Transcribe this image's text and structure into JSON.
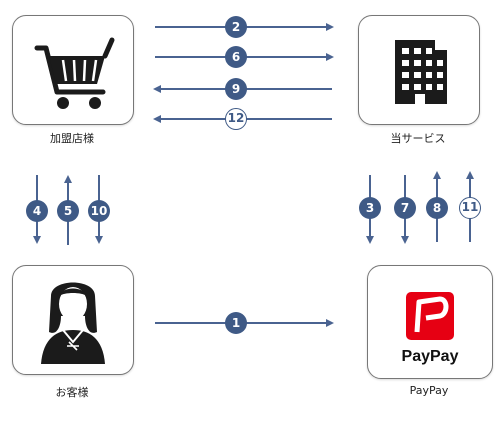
{
  "nodes": {
    "merchant": {
      "label": "加盟店様",
      "icon": "shopping-cart-icon"
    },
    "service": {
      "label": "当サービス",
      "icon": "office-building-icon"
    },
    "customer": {
      "label": "お客様",
      "icon": "person-avatar-icon"
    },
    "paypay": {
      "label": "PayPay",
      "logo_text": "PayPay",
      "icon": "paypay-logo"
    }
  },
  "steps": [
    {
      "id": "step-1",
      "number": "1",
      "from": "customer",
      "to": "paypay",
      "style": "solid"
    },
    {
      "id": "step-2",
      "number": "2",
      "from": "merchant",
      "to": "service",
      "style": "solid"
    },
    {
      "id": "step-3",
      "number": "3",
      "from": "service",
      "to": "paypay",
      "style": "solid"
    },
    {
      "id": "step-4",
      "number": "4",
      "from": "merchant",
      "to": "customer",
      "style": "solid"
    },
    {
      "id": "step-5",
      "number": "5",
      "from": "customer",
      "to": "merchant",
      "style": "solid"
    },
    {
      "id": "step-6",
      "number": "6",
      "from": "merchant",
      "to": "service",
      "style": "solid"
    },
    {
      "id": "step-7",
      "number": "7",
      "from": "service",
      "to": "paypay",
      "style": "solid"
    },
    {
      "id": "step-8",
      "number": "8",
      "from": "paypay",
      "to": "service",
      "style": "solid"
    },
    {
      "id": "step-9",
      "number": "9",
      "from": "service",
      "to": "merchant",
      "style": "solid"
    },
    {
      "id": "step-10",
      "number": "10",
      "from": "merchant",
      "to": "customer",
      "style": "solid"
    },
    {
      "id": "step-11",
      "number": "11",
      "from": "paypay",
      "to": "service",
      "style": "outline"
    },
    {
      "id": "step-12",
      "number": "12",
      "from": "service",
      "to": "merchant",
      "style": "outline"
    }
  ],
  "colors": {
    "arrow": "#4a6391",
    "badge": "#3f5a86",
    "paypay_red": "#e60013"
  }
}
